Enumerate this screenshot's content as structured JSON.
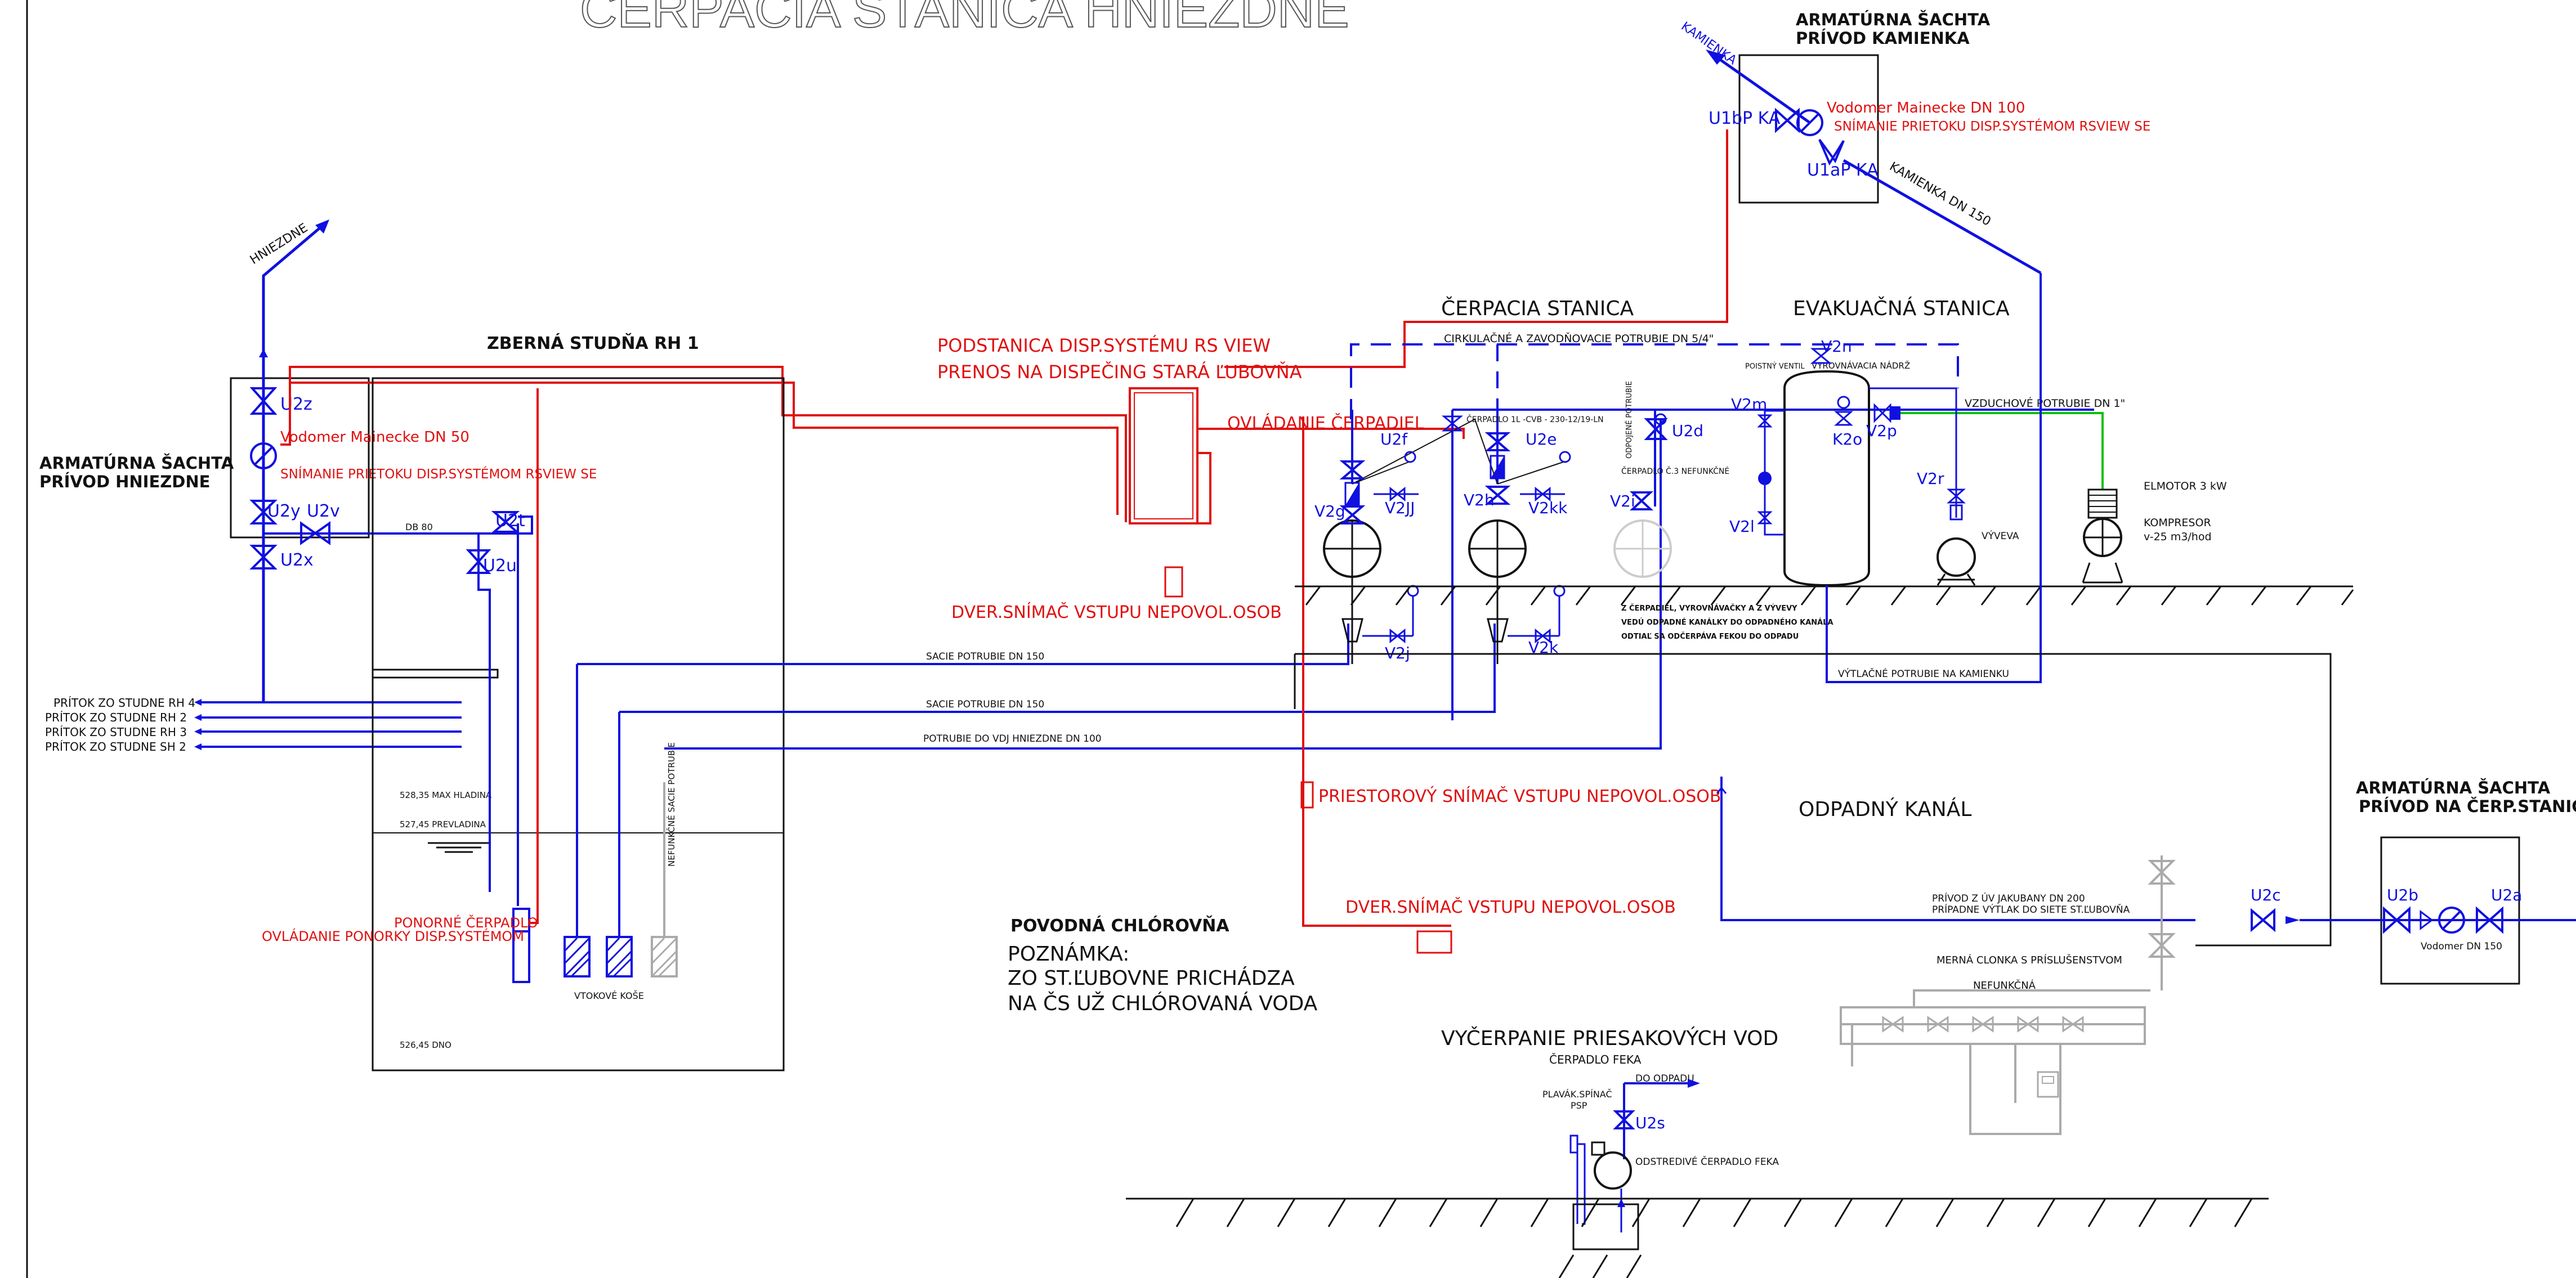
{
  "title": "ČERPACIA STANICA HNIEZDNE",
  "labels": {
    "hniezdne_arrow": "HNIEZDNE",
    "kamienka_arrow": "KAMIENKA",
    "kamienka_dn150": "KAMIENKA DN 150",
    "sachta_kamienka_1": "ARMATÚRNA ŠACHTA",
    "sachta_kamienka_2": "PRÍVOD KAMIENKA",
    "sachta_hniezdne_1": "ARMATÚRNA ŠACHTA",
    "sachta_hniezdne_2": "PRÍVOD HNIEZDNE",
    "sachta_cerp_1": "ARMATÚRNA ŠACHTA",
    "sachta_cerp_2": "PRÍVOD NA ČERP.STANICU",
    "zberna_studna": "ZBERNÁ STUDŇA RH 1",
    "cerpacia_stanica": "ČERPACIA STANICA",
    "evakuacna_stanica": "EVAKUAČNÁ STANICA",
    "odpadny_kanal": "ODPADNÝ KANÁL",
    "povodna_chlorovna": "POVODNÁ CHLÓROVŇA",
    "poznamka_1": "POZNÁMKA:",
    "poznamka_2": "ZO ST.ĽUBOVNE PRICHÁDZA",
    "poznamka_3": "NA ČS UŽ CHLÓROVANÁ VODA",
    "vycerpanie": "VYČERPANIE PRIESAKOVÝCH VOD",
    "cerpadlo_feka": "ČERPADLO FEKA",
    "do_odpadu": "DO ODPADU",
    "plavak_1": "PLAVÁK.SPÍNAČ",
    "plavak_2": "PSP",
    "odstredive_feka": "ODSTREDIVÉ ČERPADLO FEKA",
    "podstanica_1": "PODSTANICA DISP.SYSTÉMU RS VIEW",
    "podstanica_2": "PRENOS NA DISPEČING STARÁ ĽUBOVŇA",
    "ovladanie_cerpadiel": "OVLÁDANIE ČERPADIEL",
    "dver_snimac_1": "DVER.SNÍMAČ VSTUPU NEPOVOL.OSOB",
    "priestorovy_snimac": "PRIESTOROVÝ SNÍMAČ VSTUPU NEPOVOL.OSOB",
    "dver_snimac_2": "DVER.SNÍMAČ VSTUPU NEPOVOL.OSOB",
    "vodomer_ka": "Vodomer Mainecke DN 100",
    "snimanie_ka": "SNÍMANIE PRIETOKU DISP.SYSTÉMOM RSVIEW SE",
    "vodomer_hn": "Vodomer Mainecke DN 50",
    "snimanie_hn": "SNÍMANIE PRIETOKU DISP.SYSTÉMOM RSVIEW SE",
    "vodomer_dn150": "Vodomer DN 150",
    "ponorne_cerpadlo": "PONORNÉ ČERPADLO",
    "ovladanie_ponorky": "OVLÁDANIE PONORKY DISP.SYSTÉMOM",
    "pritok_rh4": "PRÍTOK ZO STUDNE RH 4",
    "pritok_rh2": "PRÍTOK ZO STUDNE RH 2",
    "pritok_rh3": "PRÍTOK ZO STUDNE RH 3",
    "pritok_sh2": "PRÍTOK ZO STUDNE SH 2",
    "sacie_1": "SACIE POTRUBIE DN 150",
    "sacie_2": "SACIE POTRUBIE DN 150",
    "potrubie_voj": "POTRUBIE DO VDJ HNIEZDNE DN 100",
    "vytlacne": "VÝTLAČNÉ POTRUBIE NA KAMIENKU",
    "cirkulacne": "CIRKULAČNÉ A ZAVODŇOVACIE POTRUBIE DN 5/4\"",
    "vyrovnavacia": "VYROVNÁVACIA NÁDRŽ",
    "poistny_ventil": "POISTNÝ VENTIL",
    "vzduchove": "VZDUCHOVÉ POTRUBIE DN 1\"",
    "elmotor": "ELMOTOR 3 kW",
    "kompresor_1": "KOMPRESOR",
    "kompresor_2": "v-25 m3/hod",
    "vyveva": "VÝVEVA",
    "cerpadlo_cvb": "ČERPADLO 1L -CVB - 230-12/19-LN",
    "cerpadlo_c3": "ČERPADLO Č.3 NEFUNKČNÉ",
    "odpojene": "ODPOJENÉ POTRUBIE",
    "note_1": "Z ČERPADIEL, VYROVNÁVAČKY A Z VÝVEVY",
    "note_2": "VEDÚ ODPADNÉ KANÁLKY DO ODPADNÉHO KANÁLA",
    "note_3": "ODTIAĽ SA ODČERPÁVA FEKOU DO ODPADU",
    "prívod_jakubany": "PRÍVOD Z ÚV JAKUBANY DN 200",
    "pripadne_vytlak": "PRÍPADNE VÝTLAK DO SIETE ST.ĽUBOVŇA",
    "merna_clonka": "MERNÁ CLONKA S PRÍSLUŠENSTVOM",
    "nefunkcna": "NEFUNKČNÁ",
    "db80": "DB 80",
    "max_hladina": "528,35 MAX HLADINA",
    "prevladina": "527,45 PREVLADINA",
    "dno": "526,45 DNO",
    "vtokove_kose": "VTOKOVÉ KOŠE",
    "nefunkcne_sacie": "NEFUNKČNÉ SACIE POTRUBIE"
  },
  "valves": {
    "u1b": "U1b",
    "p_ka": "P KA",
    "u1a": "U1aP KA",
    "u2z": "U2z",
    "u2y": "U2y",
    "u2v": "U2v",
    "u2x": "U2x",
    "u2t": "U2t",
    "u2u": "U2u",
    "v2g": "V2g",
    "v2jj": "V2JJ",
    "v2j": "V2j",
    "u2f": "U2f",
    "v2h": "V2h",
    "v2kk": "V2kk",
    "v2k": "V2k",
    "u2e": "U2e",
    "u2d": "U2d",
    "v2i": "V2i",
    "v2m": "V2m",
    "v2l": "V2l",
    "v2n": "V2n",
    "k2o": "K2o",
    "v2p": "V2p",
    "v2r": "V2r",
    "u2c": "U2c",
    "u2b": "U2b",
    "u2a": "U2a",
    "u2s": "U2s"
  },
  "colors": {
    "water": "#1010e0",
    "signal": "#e01010",
    "structure": "#111111",
    "air": "#10c010",
    "inactive": "#aaaaaa"
  }
}
